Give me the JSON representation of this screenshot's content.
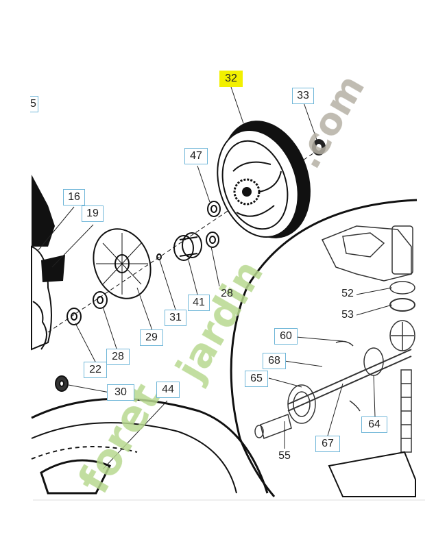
{
  "diagram": {
    "highlight_color": "#f2f000",
    "callout_border_color": "#6fb6d8",
    "watermark_color": "#b8d88f",
    "callouts": [
      {
        "id": "c5",
        "label": "5"
      },
      {
        "id": "c32",
        "label": "32"
      },
      {
        "id": "c33",
        "label": "33"
      },
      {
        "id": "c47",
        "label": "47"
      },
      {
        "id": "c16",
        "label": "16"
      },
      {
        "id": "c19",
        "label": "19"
      },
      {
        "id": "c52",
        "label": "52"
      },
      {
        "id": "c53",
        "label": "53"
      },
      {
        "id": "c28a",
        "label": "28"
      },
      {
        "id": "c41",
        "label": "41"
      },
      {
        "id": "c31",
        "label": "31"
      },
      {
        "id": "c29",
        "label": "29"
      },
      {
        "id": "c60",
        "label": "60"
      },
      {
        "id": "c68",
        "label": "68"
      },
      {
        "id": "c65",
        "label": "65"
      },
      {
        "id": "c28b",
        "label": "28"
      },
      {
        "id": "c22",
        "label": "22"
      },
      {
        "id": "c30",
        "label": "30"
      },
      {
        "id": "c44",
        "label": "44"
      },
      {
        "id": "c64",
        "label": "64"
      },
      {
        "id": "c67",
        "label": "67"
      },
      {
        "id": "c55",
        "label": "55"
      }
    ],
    "watermark": {
      "line1": "foret",
      "line2": "jardin",
      "line3": ".com"
    }
  }
}
